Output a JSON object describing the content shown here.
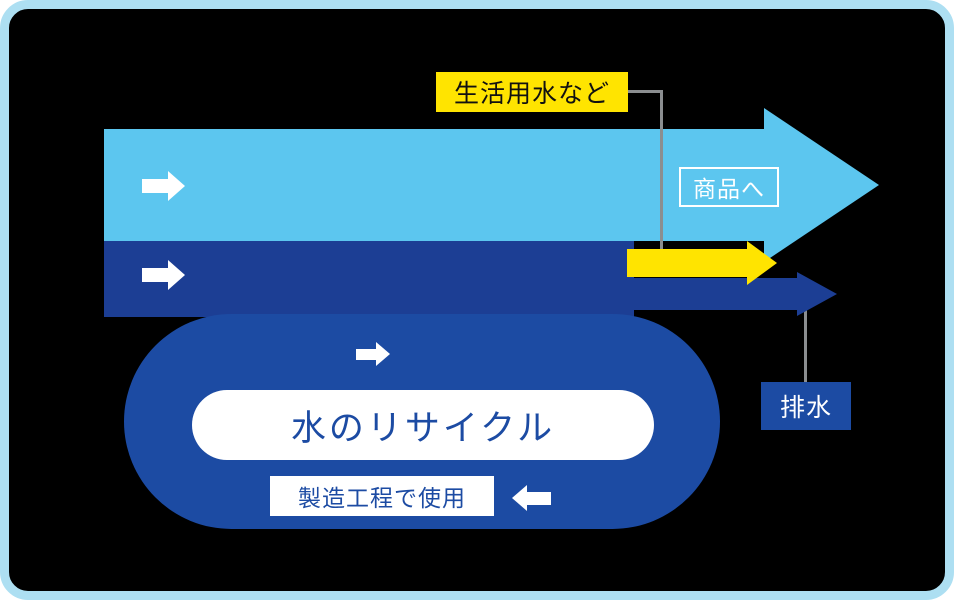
{
  "diagram": {
    "labels": {
      "domestic_water": "生活用水など",
      "to_products": "商品へ",
      "recycle": "水のリサイクル",
      "manufacturing": "製造工程で使用",
      "drainage": "排水"
    },
    "icons": {
      "flow_right": "right-block-arrow",
      "flow_left": "left-block-arrow"
    },
    "colors": {
      "canvas_bg": "#000000",
      "canvas_border": "#addff2",
      "light_blue": "#5cc6ef",
      "navy": "#1c3e94",
      "royal": "#1c4ba3",
      "yellow": "#ffe400",
      "gray": "#8b8e90",
      "white": "#ffffff"
    }
  }
}
